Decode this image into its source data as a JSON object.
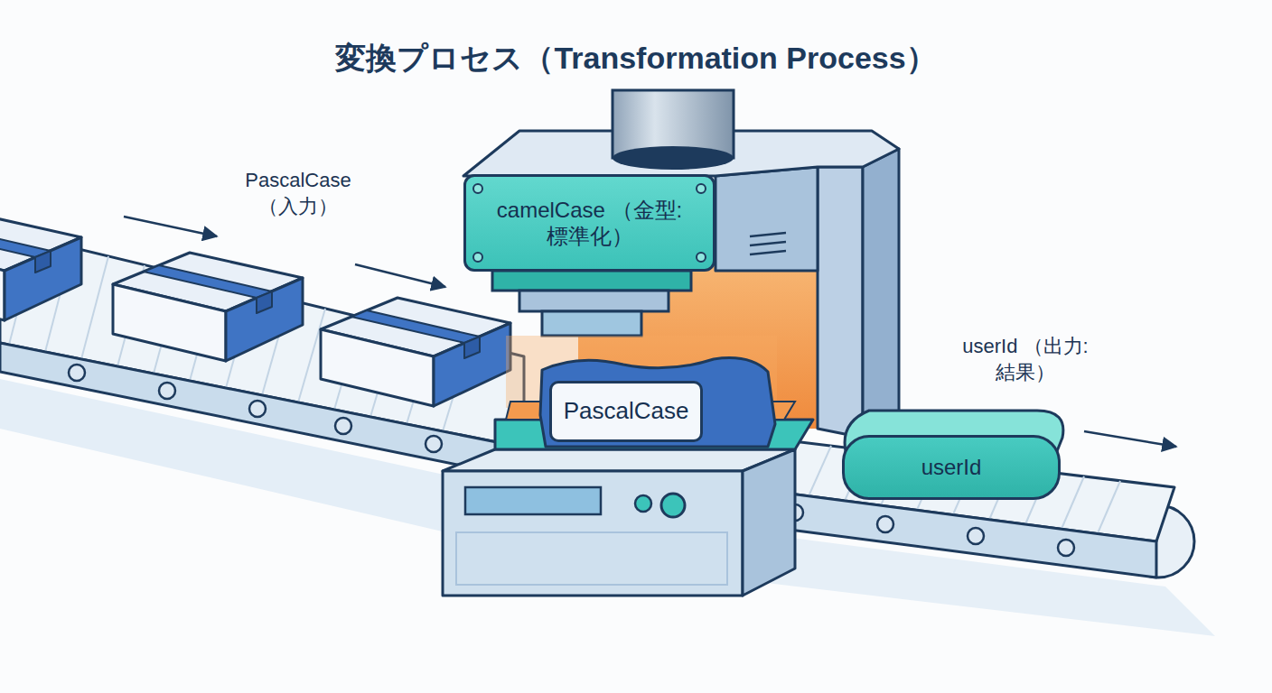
{
  "diagram": {
    "title": "変換プロセス（Transformation Process）",
    "nodes": [
      {
        "text": [
          "camelCase （金型: 標準化）"
        ]
      },
      {
        "text": [
          "PascalCase"
        ]
      },
      {
        "text": [
          "userId"
        ]
      }
    ],
    "labels": [
      "PascalCase （入力）",
      "userId （出力: 結果）"
    ]
  }
}
